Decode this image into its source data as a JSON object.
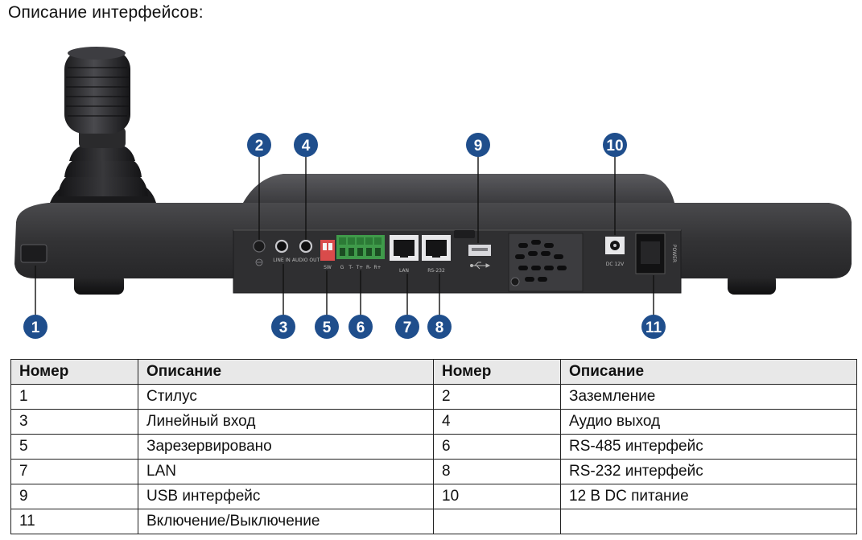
{
  "title": "Описание интерфейсов:",
  "figure": {
    "callouts": [
      "1",
      "2",
      "3",
      "4",
      "5",
      "6",
      "7",
      "8",
      "9",
      "10",
      "11"
    ],
    "port_labels": {
      "line_in": "LINE IN",
      "audio_out": "AUDIO OUT",
      "sw": "SW",
      "rs485_pins": [
        "G",
        "T-",
        "T+",
        "R-",
        "R+"
      ],
      "lan": "LAN",
      "rs232": "RS-232",
      "usb_symbol": "usb-icon",
      "dc": "DC 12V",
      "power": "POWER"
    },
    "colors": {
      "callout_fill": "#1f4e8c",
      "body": "#3a3a3c",
      "terminal_block": "#3f9a4a"
    }
  },
  "table": {
    "headers": [
      "Номер",
      "Описание",
      "Номер",
      "Описание"
    ],
    "rows": [
      [
        "1",
        "Стилус",
        "2",
        "Заземление"
      ],
      [
        "3",
        "Линейный вход",
        "4",
        "Аудио выход"
      ],
      [
        "5",
        "Зарезервировано",
        "6",
        "RS-485 интерфейс"
      ],
      [
        "7",
        "LAN",
        "8",
        "RS-232 интерфейс"
      ],
      [
        "9",
        "USB интерфейс",
        "10",
        "12 В DC питание"
      ],
      [
        "11",
        "Включение/Выключение",
        "",
        ""
      ]
    ]
  }
}
